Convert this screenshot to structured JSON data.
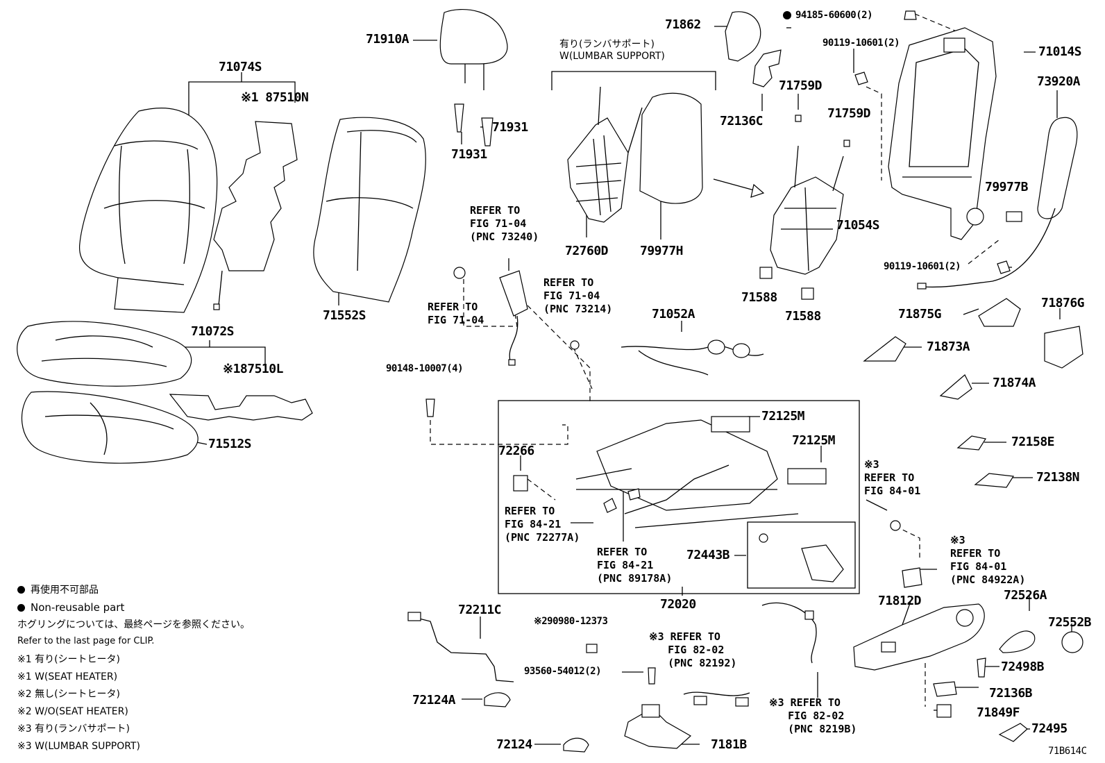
{
  "parts": {
    "p71910A": "71910A",
    "p71931a": "71931",
    "p71931b": "71931",
    "p71074S": "71074S",
    "p87510N": "※1 87510N",
    "p71552S": "71552S",
    "p71072S": "71072S",
    "p87510L": "※187510L",
    "p71512S": "71512S",
    "p72760D": "72760D",
    "p79977H": "79977H",
    "p71862": "71862",
    "p72136C": "72136C",
    "p71759Da": "71759D",
    "p71759Db": "71759D",
    "p71054S": "71054S",
    "p71588a": "71588",
    "p71588b": "71588",
    "p94185": "94185-60600(2)",
    "p90119a": "90119-10601(2)",
    "p90119b": "90119-10601(2)",
    "p71014S": "71014S",
    "p73920A": "73920A",
    "p79977B": "79977B",
    "p71875G": "71875G",
    "p71876G": "71876G",
    "p71873A": "71873A",
    "p71874A": "71874A",
    "p72158E": "72158E",
    "p72138N": "72138N",
    "p71052A": "71052A",
    "p90148": "90148-10007(4)",
    "p72125Ma": "72125M",
    "p72125Mb": "72125M",
    "p72266": "72266",
    "p72443B": "72443B",
    "p72020": "72020",
    "p72211C": "72211C",
    "p72124A": "72124A",
    "p72124": "72124",
    "p90980": "※290980-12373",
    "p93560": "93560-54012(2)",
    "p7181B": "7181B",
    "p71812D": "71812D",
    "p72526A": "72526A",
    "p72552B": "72552B",
    "p72498B": "72498B",
    "p72136B": "72136B",
    "p71849F": "71849F",
    "p72495": "72495",
    "figcode": "71B614C"
  },
  "refs": {
    "r1": "REFER TO\nFIG 71-04\n(PNC 73240)",
    "r2": "REFER TO\nFIG 71-04",
    "r3": "REFER TO\nFIG 71-04\n(PNC 73214)",
    "r4": "REFER TO\nFIG 84-21\n(PNC 72277A)",
    "r5": "REFER TO\nFIG 84-21\n(PNC 89178A)",
    "r6": "※3\nREFER TO\nFIG 84-01",
    "r7": "※3\nREFER TO\nFIG 84-01\n(PNC 84922A)",
    "r8": "※3 REFER TO\n   FIG 82-02\n   (PNC 82192)",
    "r9": "※3 REFER TO\n   FIG 82-02\n   (PNC 8219B)"
  },
  "lumbar_header": "有り(ランバサポート)\nW(LUMBAR SUPPORT)",
  "legend": {
    "l1": "再使用不可部品",
    "l2": "Non-reusable part",
    "l3": "ホグリングについては、最終ページを参照ください。",
    "l4": "Refer to the last page for CLIP.",
    "l5": "※1 有り(シートヒータ)",
    "l6": "※1 W(SEAT HEATER)",
    "l7": "※2 無し(シートヒータ)",
    "l8": "※2 W/O(SEAT HEATER)",
    "l9": "※3 有り(ランバサポート)",
    "l10": "※3 W(LUMBAR SUPPORT)"
  }
}
